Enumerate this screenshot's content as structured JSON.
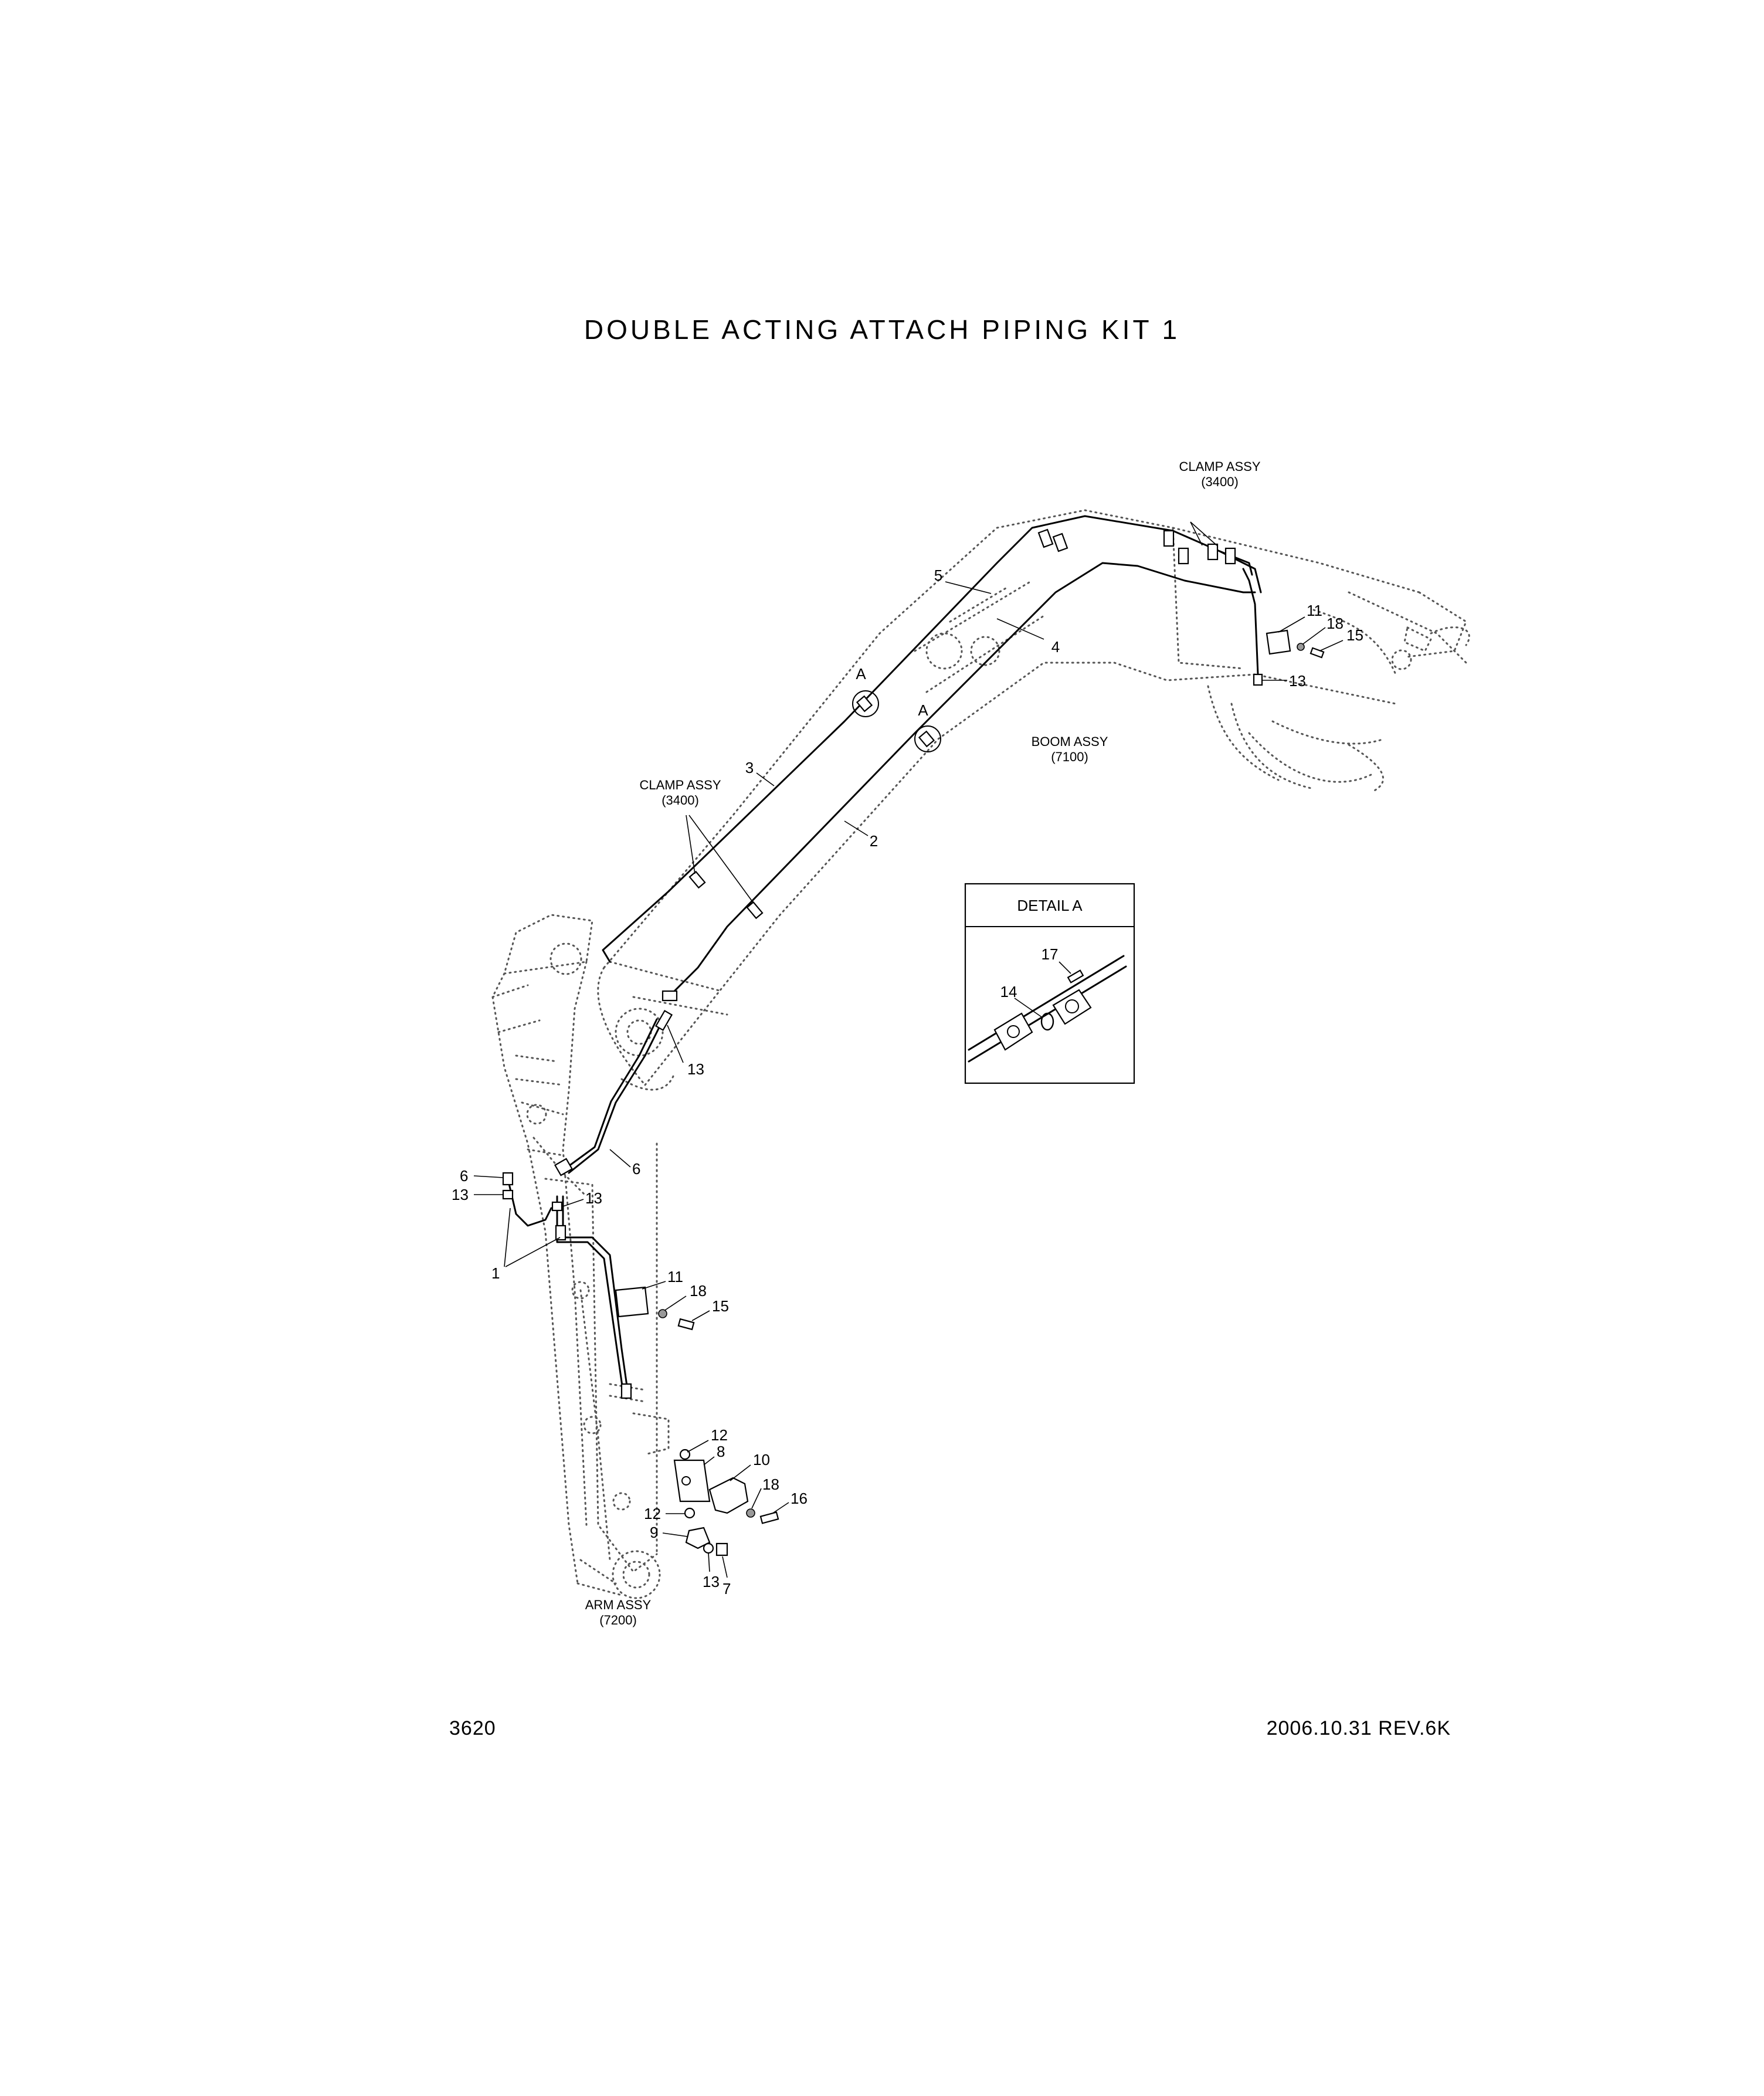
{
  "title": "DOUBLE ACTING ATTACH PIPING KIT 1",
  "page_number": "3620",
  "revision": "2006.10.31  REV.6K",
  "assembly_labels": {
    "clamp_top": [
      "CLAMP ASSY",
      "(3400)"
    ],
    "clamp_left": [
      "CLAMP ASSY",
      "(3400)"
    ],
    "boom": [
      "BOOM ASSY",
      "(7100)"
    ],
    "arm": [
      "ARM ASSY",
      "(7200)"
    ]
  },
  "detail_marker": "A",
  "detail_box": {
    "title": "DETAIL A",
    "callouts": [
      "17",
      "14"
    ]
  },
  "callouts": [
    "5",
    "4",
    "3",
    "2",
    "11",
    "18",
    "15",
    "13",
    "13",
    "6",
    "6",
    "13",
    "13",
    "1",
    "11",
    "18",
    "15",
    "12",
    "8",
    "10",
    "18",
    "16",
    "12",
    "9",
    "13",
    "7"
  ],
  "colors": {
    "line": "#000000",
    "ghost_outline": "#555555",
    "background": "#ffffff"
  }
}
